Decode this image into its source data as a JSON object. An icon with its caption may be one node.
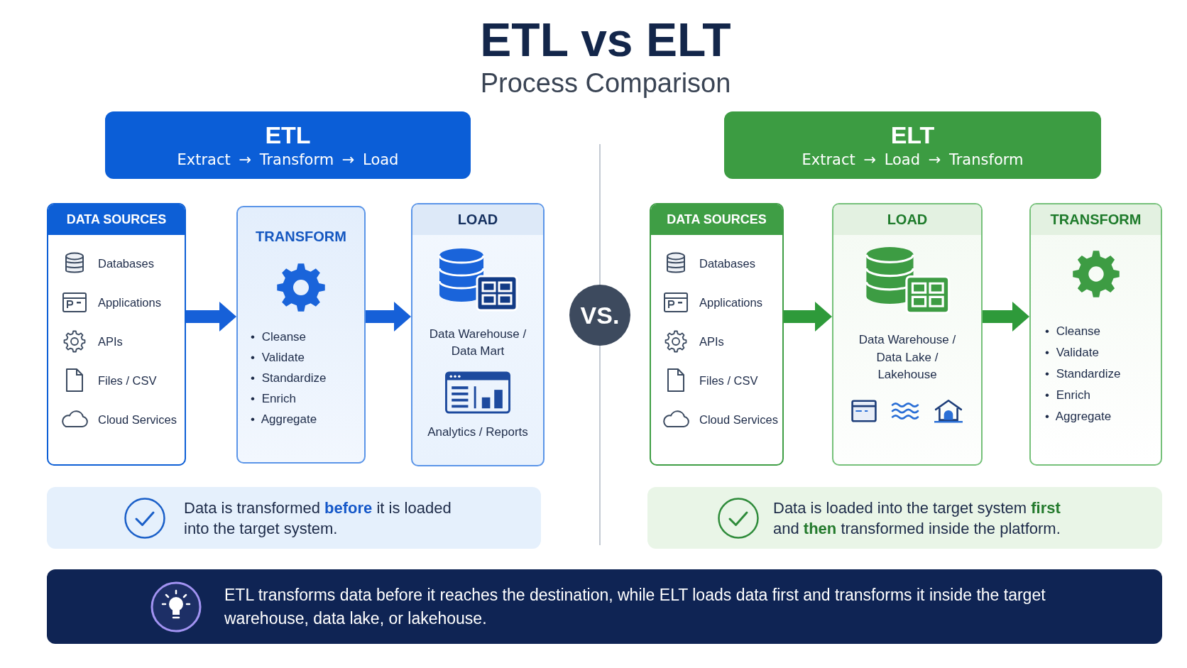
{
  "diagram": {
    "title": "ETL vs ELT",
    "nodes": [
      {
        "text": [
          "ETL",
          "Extract → Transform → Load"
        ]
      },
      {
        "text": [
          "ELT",
          "Extract → Load → Transform"
        ]
      },
      {
        "text": [
          "DATA SOURCES",
          "Databases",
          "Applications",
          "APIs",
          "Files / CSV",
          "Cloud Services"
        ]
      },
      {
        "text": [
          "TRANSFORM",
          "• Cleanse",
          "• Validate",
          "• Standardize",
          "• Enrich",
          "• Aggregate"
        ]
      },
      {
        "text": [
          "LOAD",
          "Data Warehouse / Data Mart",
          "Analytics / Reports"
        ]
      },
      {
        "text": [
          "VS."
        ]
      },
      {
        "text": [
          "DATA SOURCES",
          "Databases",
          "Applications",
          "APIs",
          "Files / CSV",
          "Cloud Services"
        ]
      },
      {
        "text": [
          "LOAD",
          "Data Warehouse / Data Lake / Lakehouse"
        ]
      },
      {
        "text": [
          "TRANSFORM",
          "• Cleanse",
          "• Validate",
          "• Standardize",
          "• Enrich",
          "• Aggregate"
        ]
      },
      {
        "text": [
          "Data is transformed **before** it is loaded into the target system."
        ]
      },
      {
        "text": [
          "Data is loaded into the target system **first** and **then** transformed inside the platform."
        ]
      },
      {
        "text": [
          "ETL transforms data before it reaches the destination, while ELT loads data first and transforms it inside the target warehouse, data lake, or lakehouse."
        ]
      }
    ],
    "edges": [
      {
        "from": 2,
        "to": 3,
        "arrow": "to",
        "color": "#1660d8"
      },
      {
        "from": 3,
        "to": 4,
        "arrow": "to",
        "color": "#1660d8"
      },
      {
        "from": 6,
        "to": 7,
        "arrow": "to",
        "color": "#2e9a3a"
      },
      {
        "from": 7,
        "to": 8,
        "arrow": "to",
        "color": "#2e9a3a"
      }
    ],
    "labels": [
      "Process Comparison"
    ]
  }
}
